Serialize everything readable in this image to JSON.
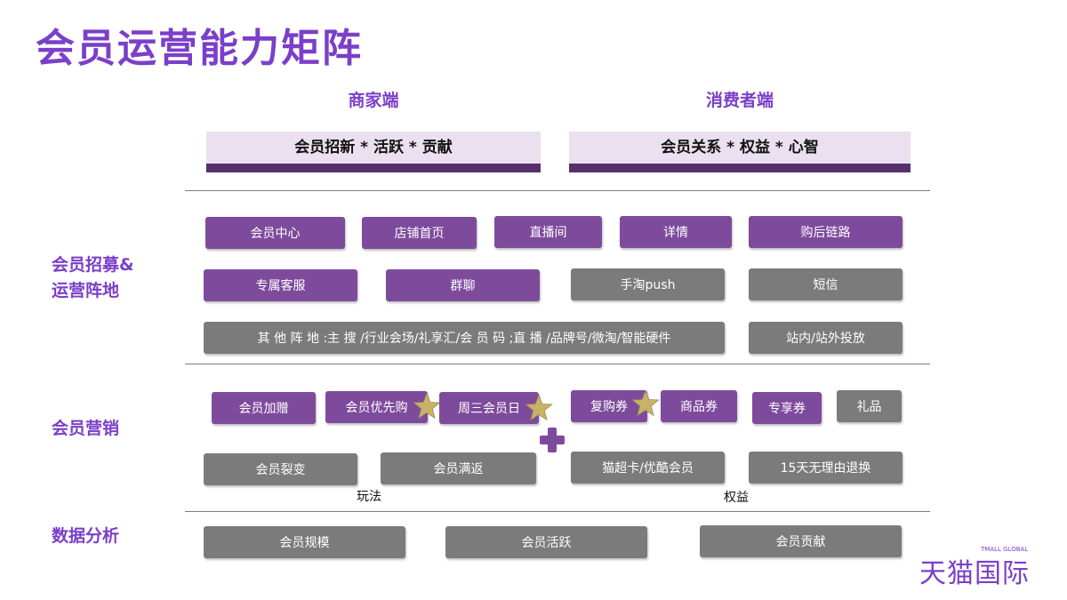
{
  "title": "会员运营能力矩阵",
  "columns": {
    "merchant": {
      "heading": "商家端",
      "banner": "会员招新 * 活跃 * 贡献"
    },
    "consumer": {
      "heading": "消费者端",
      "banner": "会员关系 * 权益 * 心智"
    }
  },
  "rows": {
    "recruitment": {
      "label_line1": "会员招募&",
      "label_line2": "运营阵地",
      "items": [
        "会员中心",
        "店铺首页",
        "直播间",
        "详情",
        "购后链路",
        "专属客服",
        "群聊",
        "手淘push",
        "短信",
        "其 他 阵 地 :主 搜 /行业会场/礼享汇/会 员 码 ;直 播 /品牌号/微淘/智能硬件",
        "站内/站外投放"
      ]
    },
    "marketing": {
      "label": "会员营销",
      "items": [
        "会员加赠",
        "会员优先购",
        "周三会员日",
        "复购券",
        "商品券",
        "专享券",
        "礼品",
        "会员裂变",
        "会员满返",
        "猫超卡/优酷会员",
        "15天无理由退换"
      ],
      "note_left": "玩法",
      "note_right": "权益"
    },
    "data": {
      "label": "数据分析",
      "items": [
        "会员规模",
        "会员活跃",
        "会员贡献"
      ]
    }
  },
  "logo": {
    "cn": "天猫国际",
    "en": "TMALL GLOBAL"
  },
  "colors": {
    "accent": "#7b3fc8",
    "button_purple": "#7e4b9c",
    "button_gray": "#7b7b7b",
    "banner_bg": "#eae0ef",
    "banner_bar": "#55306a",
    "star": "#c9b268"
  }
}
